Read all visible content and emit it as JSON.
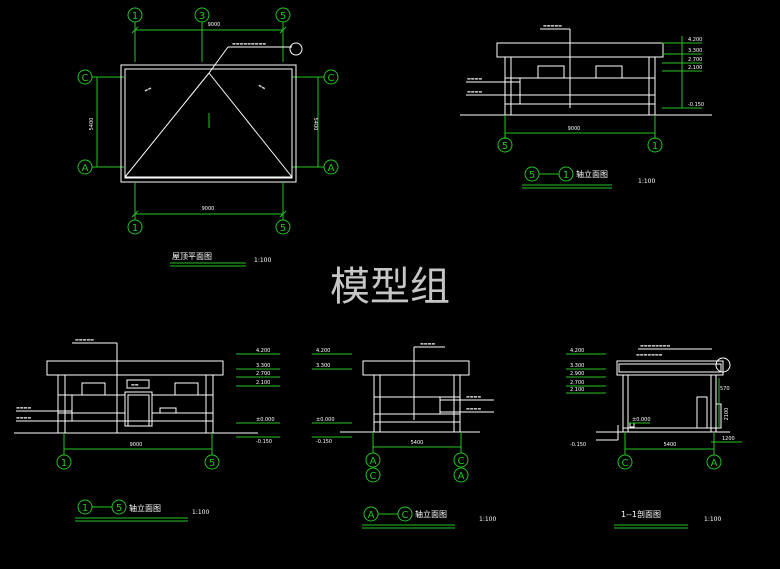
{
  "watermark": "模型组",
  "roof_plan": {
    "title": "屋顶平面图",
    "scale": "1:100",
    "top_axes": [
      "1",
      "3",
      "5"
    ],
    "bottom_axes": [
      "1",
      "5"
    ],
    "side_axes": [
      "C",
      "A"
    ],
    "dim_top": "9000",
    "dim_bottom": "9000",
    "dim_left": "5400",
    "dim_right": "5400"
  },
  "elev_51": {
    "title_from": "5",
    "title_to": "1",
    "title_suffix": "轴立面图",
    "scale": "1:100",
    "dim": "9000",
    "axes": [
      "5",
      "1"
    ],
    "levels": [
      "4.200",
      "3.300",
      "2.700",
      "2.100",
      "-0.150"
    ]
  },
  "elev_15": {
    "title_from": "1",
    "title_to": "5",
    "title_suffix": "轴立面图",
    "scale": "1:100",
    "dim": "9000",
    "axes": [
      "1",
      "5"
    ],
    "levels": [
      "4.200",
      "3.300",
      "2.700",
      "2.100",
      "±0.000",
      "-0.150"
    ]
  },
  "elev_ac": {
    "title_from": "A",
    "title_to": "C",
    "title_suffix": "轴立面图",
    "scale": "1:100",
    "dim": "5400",
    "axes_top": [
      "A",
      "C"
    ],
    "axes_bottom": [
      "C",
      "A"
    ],
    "levels": [
      "4.200",
      "3.300",
      "±0.000",
      "-0.150"
    ]
  },
  "section_11": {
    "title": "1--1剖面图",
    "scale": "1:100",
    "dim": "5400",
    "dim_right": "1200",
    "dim_height": "2100",
    "dim_small": "570",
    "axes": [
      "C",
      "A"
    ],
    "levels": [
      "4.200",
      "3.300",
      "2.900",
      "2.700",
      "2.100",
      "±0.000",
      "-0.150"
    ]
  }
}
